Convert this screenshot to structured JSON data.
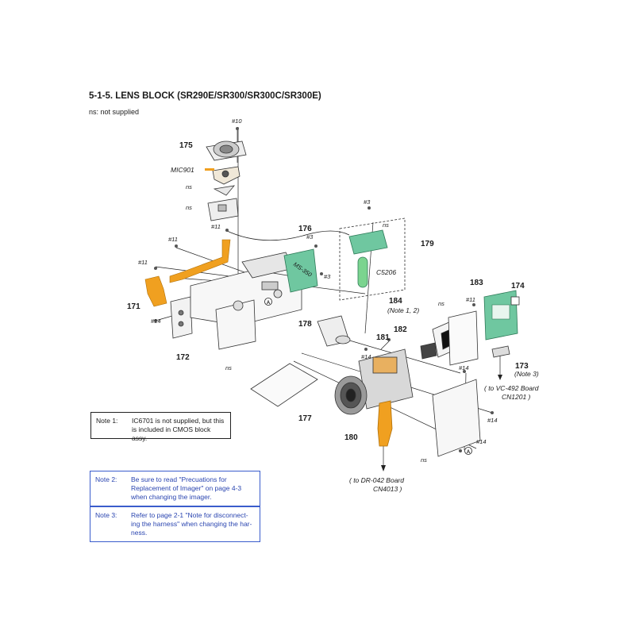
{
  "header": {
    "title": "5-1-5.  LENS  BLOCK (SR290E/SR300/SR300C/SR300E)",
    "legend": "ns: not supplied"
  },
  "parts": {
    "p171": "171",
    "p172": "172",
    "p173": "173",
    "p174": "174",
    "p175": "175",
    "p176": "176",
    "p177": "177",
    "p178": "178",
    "p179": "179",
    "p180": "180",
    "p181": "181",
    "p182": "182",
    "p183": "183",
    "p184": "184"
  },
  "screws": {
    "s10": "#10",
    "s11a": "#11",
    "s11b": "#11",
    "s11c": "#11",
    "s11d": "#11",
    "s3a": "#3",
    "s3b": "#3",
    "s3c": "#3",
    "s14a": "#14",
    "s14b": "#14",
    "s14c": "#14",
    "s14d": "#14",
    "s14e": "#14"
  },
  "labels": {
    "mic": "MIC901",
    "ns1": "ns",
    "ns2": "ns",
    "ns3": "ns",
    "ns4": "ns",
    "ns5": "ns",
    "ns6": "ns",
    "cap": "C5206",
    "ms": "MS-350",
    "note12": "(Note 1, 2)",
    "note3ref": "(Note 3)",
    "vc1": "( to VC-492 Board",
    "vc2": "CN1201 )",
    "dr1": "( to DR-042 Board",
    "dr2": "CN4013 )",
    "markA1": "A",
    "markA2": "A"
  },
  "notes": [
    {
      "key": "Note 1:",
      "text": "IC6701 is not supplied, but this is included in CMOS block assy."
    },
    {
      "key": "Note 2:",
      "text": "Be sure to read \"Precuations for Replacement of Imager\" on page 4-3 when changing the imager."
    },
    {
      "key": "Note 3:",
      "text": "Refer to page 2-1 \"Note for disconnect-ing the harness\" when changing the har-ness."
    }
  ],
  "colors": {
    "flex_orange": "#f0a020",
    "board_green": "#6fc7a0",
    "capacitor_green": "#7bd48f",
    "note_blue": "#2a45b0"
  }
}
